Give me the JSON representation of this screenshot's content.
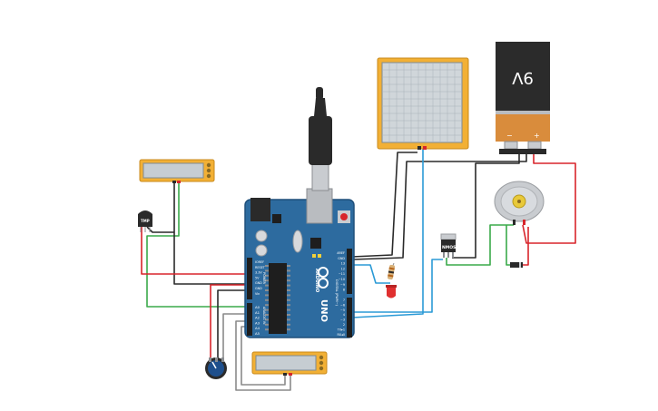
{
  "colors": {
    "background": "#ffffff",
    "board_blue": "#2d6b9f",
    "board_dark": "#1f4f7a",
    "lcd_frame": "#f2b035",
    "lcd_screen": "#c6cdd2",
    "wire_red": "#d8252b",
    "wire_black": "#2a2a2a",
    "wire_green": "#3aaa4a",
    "wire_blue": "#2b9ad6",
    "wire_gray": "#8a8a8a",
    "battery_top": "#2b2b2b",
    "battery_bottom": "#d98c3c",
    "led_red": "#e03030",
    "pot_blue": "#1e4f8c",
    "motor_gray": "#c9ccd0"
  },
  "battery": {
    "label": "9V"
  },
  "arduino": {
    "brand": "ARDUINO",
    "model": "UNO",
    "power_label": "POWER",
    "analog_label": "ANALOG IN",
    "digital_label": "DIGITAL (PWM~)",
    "power_pins": [
      "IOREF",
      "RESET",
      "3.3V",
      "5V",
      "GND",
      "GND",
      "Vin"
    ],
    "analog_pins": [
      "A0",
      "A1",
      "A2",
      "A3",
      "A4",
      "A5"
    ],
    "top_pins": [
      "AREF",
      "GND",
      "13",
      "12",
      "~11",
      "~10",
      "~9",
      "8"
    ],
    "bottom_pins": [
      "7",
      "~6",
      "~5",
      "4",
      "~3",
      "2",
      "TX▸1",
      "RX◂0"
    ]
  },
  "transistor": {
    "label": "NMOS"
  },
  "temp_sensor": {
    "label": "TMP"
  }
}
